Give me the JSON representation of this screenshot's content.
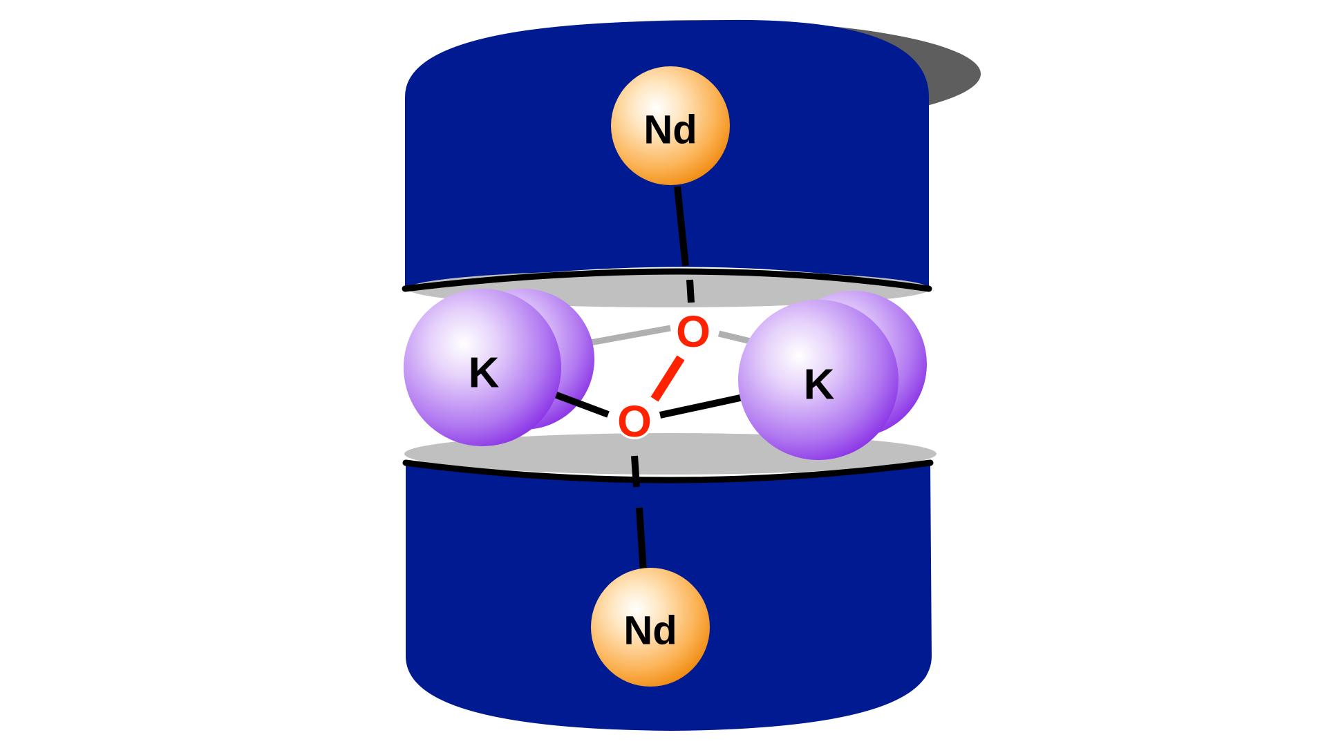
{
  "atoms": {
    "nd_top": "Nd",
    "nd_bottom": "Nd",
    "k_left": "K",
    "k_right": "K",
    "o_upper": "O",
    "o_lower": "O"
  },
  "colors": {
    "cylinder": "#001A92",
    "cylinder_shadow": "#5E5E5E",
    "cavity": "#C0C0C0",
    "nd_sphere": "#F7941D",
    "k_sphere": "#8E3CE8",
    "oxygen": "#FF2200",
    "bond": "#000000",
    "back_bond": "#B0B0B0"
  }
}
